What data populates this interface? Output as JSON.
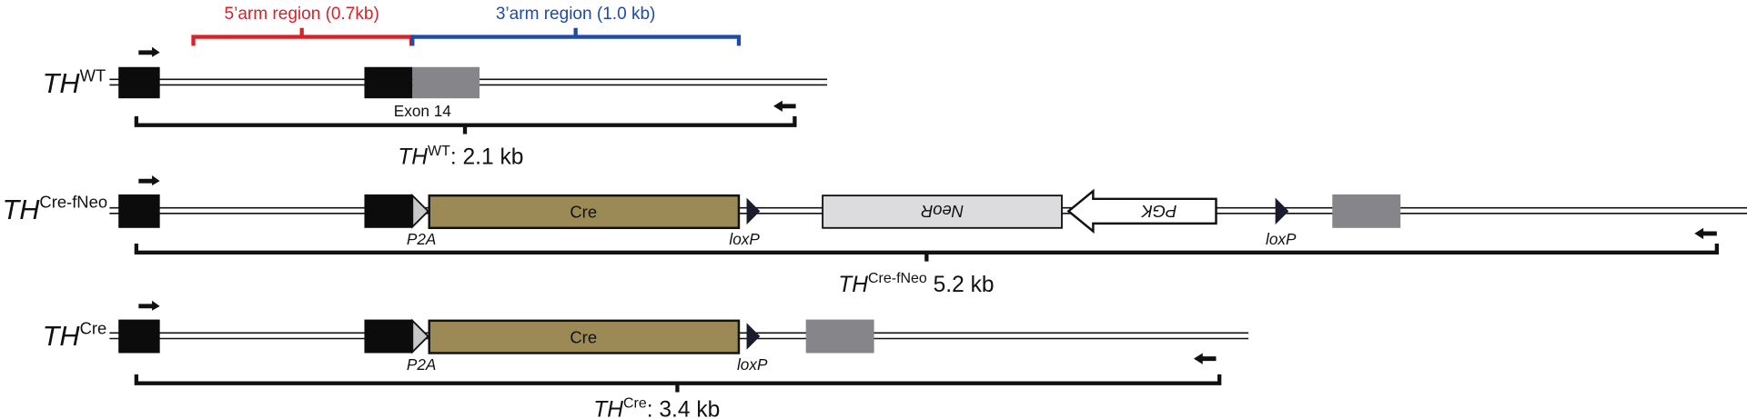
{
  "arms": {
    "five_prime": {
      "label": "5’arm region (0.7kb)",
      "color": "#d6232a"
    },
    "three_prime": {
      "label": "3’arm region (1.0 kb)",
      "color": "#1f4aa8"
    }
  },
  "colors": {
    "exon_black": "#0c0c0c",
    "exon_gray": "#86868a",
    "cre_box": "#9b8a55",
    "neo_box": "#dcdcde",
    "loxp": "#1b1b2e",
    "p2a": "#c8c8c8"
  },
  "alleles": {
    "wt": {
      "name": "TH",
      "sup": "WT",
      "exon_label": "Exon 14",
      "size": {
        "name": "TH",
        "sup": "WT",
        "suffix": ": 2.1 kb"
      }
    },
    "cre_fneo": {
      "name": "TH",
      "sup": "Cre-fNeo",
      "p2a": "P2A",
      "cre": "Cre",
      "loxp1": "loxP",
      "neo": "NeoR",
      "pgk": "PGK",
      "loxp2": "loxP",
      "size": {
        "name": "TH",
        "sup": "Cre-fNeo",
        "suffix": " 5.2 kb"
      }
    },
    "cre": {
      "name": "TH",
      "sup": "Cre",
      "p2a": "P2A",
      "cre": "Cre",
      "loxp": "loxP",
      "size": {
        "name": "TH",
        "sup": "Cre",
        "suffix": ": 3.4 kb"
      }
    }
  }
}
